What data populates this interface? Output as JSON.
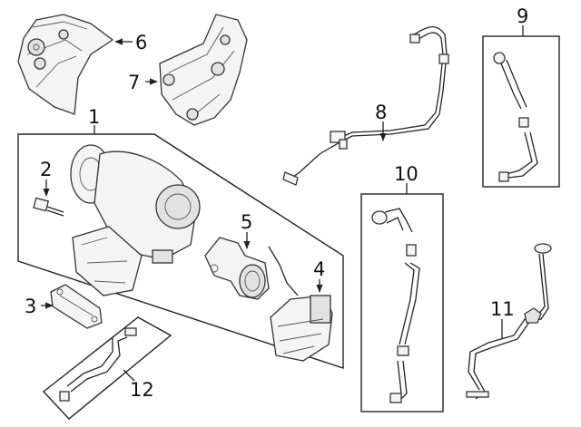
{
  "callouts": {
    "c1": "1",
    "c2": "2",
    "c3": "3",
    "c4": "4",
    "c5": "5",
    "c6": "6",
    "c7": "7",
    "c8": "8",
    "c9": "9",
    "c10": "10",
    "c11": "11",
    "c12": "12"
  },
  "icons": {
    "heat_shield_6": "heat-shield-icon",
    "heat_shield_7": "heat-shield-icon",
    "turbocharger": "turbocharger-icon",
    "bolt": "bolt-icon",
    "gasket": "gasket-icon",
    "actuator": "actuator-icon",
    "outlet_pipe": "outlet-pipe-icon",
    "oil_feed_line": "oil-line-icon",
    "coolant_hose_9": "hose-icon",
    "coolant_hose_10": "hose-icon",
    "return_line": "tube-icon",
    "pipe_12": "pipe-icon"
  }
}
